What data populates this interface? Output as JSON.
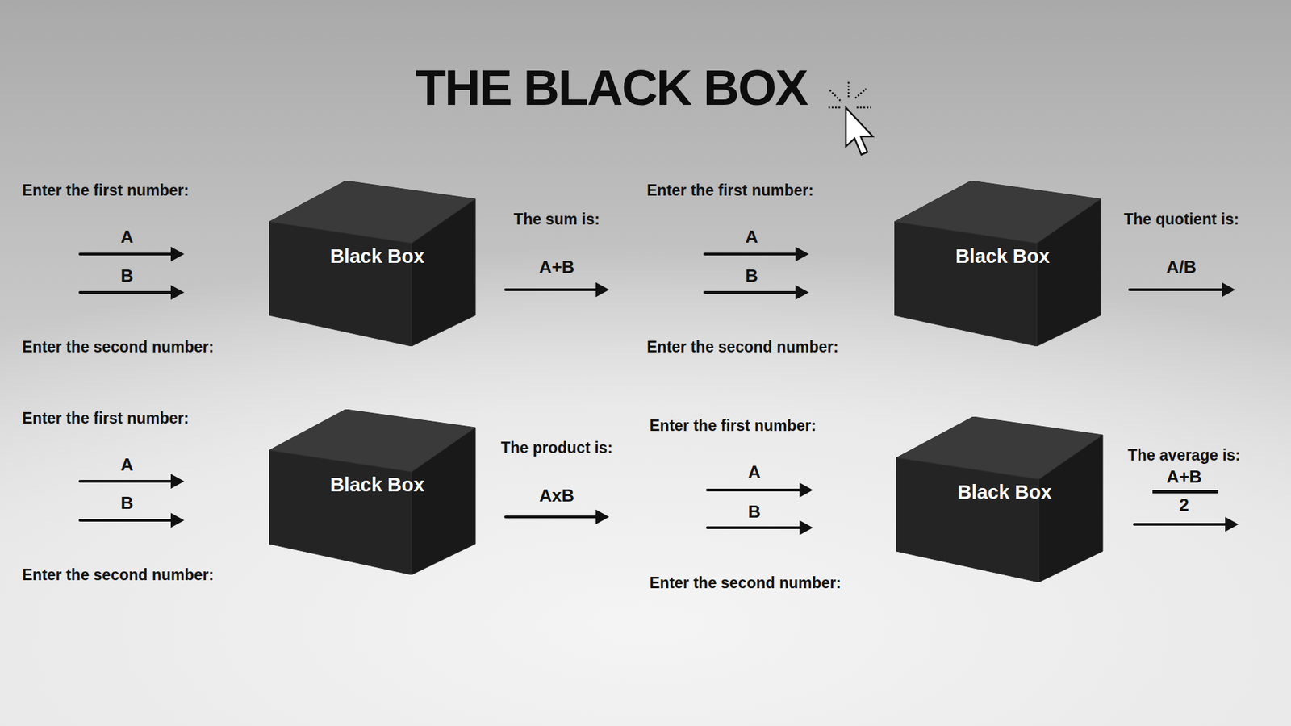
{
  "diagram": {
    "title": "THE BLACK BOX",
    "nodes": [
      {
        "text": [
          "Black Box"
        ]
      },
      {
        "text": [
          "Black Box"
        ]
      },
      {
        "text": [
          "Black Box"
        ]
      },
      {
        "text": [
          "Black Box"
        ]
      }
    ],
    "labels": [
      "Enter the first number:",
      "A",
      "B",
      "Enter the second number:",
      "The sum is:",
      "A+B",
      "Enter the first number:",
      "A",
      "B",
      "Enter the second number:",
      "The quotient is:",
      "A/B",
      "Enter the first number:",
      "A",
      "B",
      "Enter the second number:",
      "The product is:",
      "AxB",
      "Enter the first number:",
      "A",
      "B",
      "Enter the second number:",
      "The average is:",
      "A+B",
      "2"
    ]
  }
}
